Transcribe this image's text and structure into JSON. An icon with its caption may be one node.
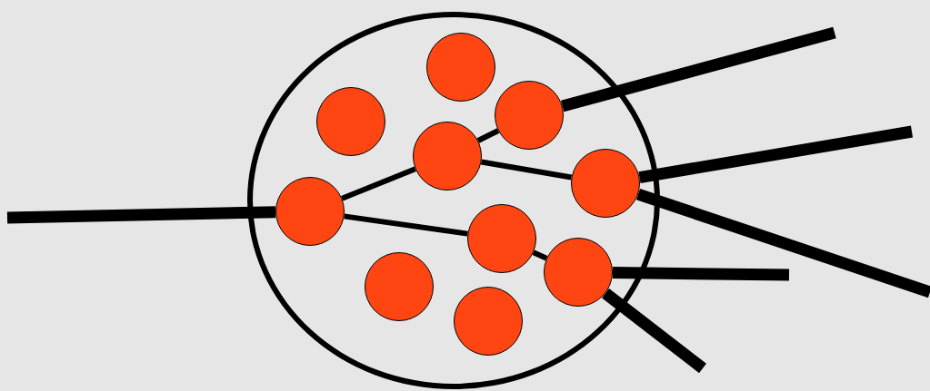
{
  "diagram": {
    "nodes": [
      {
        "text": [],
        "shape": "ellipse"
      },
      {
        "text": [],
        "shape": "circle",
        "in": 0
      },
      {
        "text": [],
        "shape": "circle",
        "in": 0
      },
      {
        "text": [],
        "shape": "circle",
        "in": 0
      },
      {
        "text": [],
        "shape": "circle",
        "in": 0
      },
      {
        "text": [],
        "shape": "circle",
        "in": 0
      },
      {
        "text": [],
        "shape": "circle",
        "in": 0
      },
      {
        "text": [],
        "shape": "circle",
        "in": 0
      },
      {
        "text": [],
        "shape": "circle",
        "in": 0
      },
      {
        "text": [],
        "shape": "circle",
        "in": 0
      },
      {
        "text": [],
        "shape": "circle",
        "in": 0
      }
    ],
    "edges": [
      {
        "from": null,
        "to": 5,
        "arrow": "none"
      },
      {
        "from": 5,
        "to": 4,
        "arrow": "none"
      },
      {
        "from": 5,
        "to": 7,
        "arrow": "none"
      },
      {
        "from": 4,
        "to": 3,
        "arrow": "none"
      },
      {
        "from": 4,
        "to": 6,
        "arrow": "none"
      },
      {
        "from": 7,
        "to": 8,
        "arrow": "none"
      },
      {
        "from": 3,
        "to": null,
        "arrow": "none"
      },
      {
        "from": 6,
        "to": null,
        "arrow": "none"
      },
      {
        "from": 6,
        "to": null,
        "arrow": "none"
      },
      {
        "from": 8,
        "to": null,
        "arrow": "none"
      },
      {
        "from": 8,
        "to": null,
        "arrow": "none"
      }
    ]
  }
}
